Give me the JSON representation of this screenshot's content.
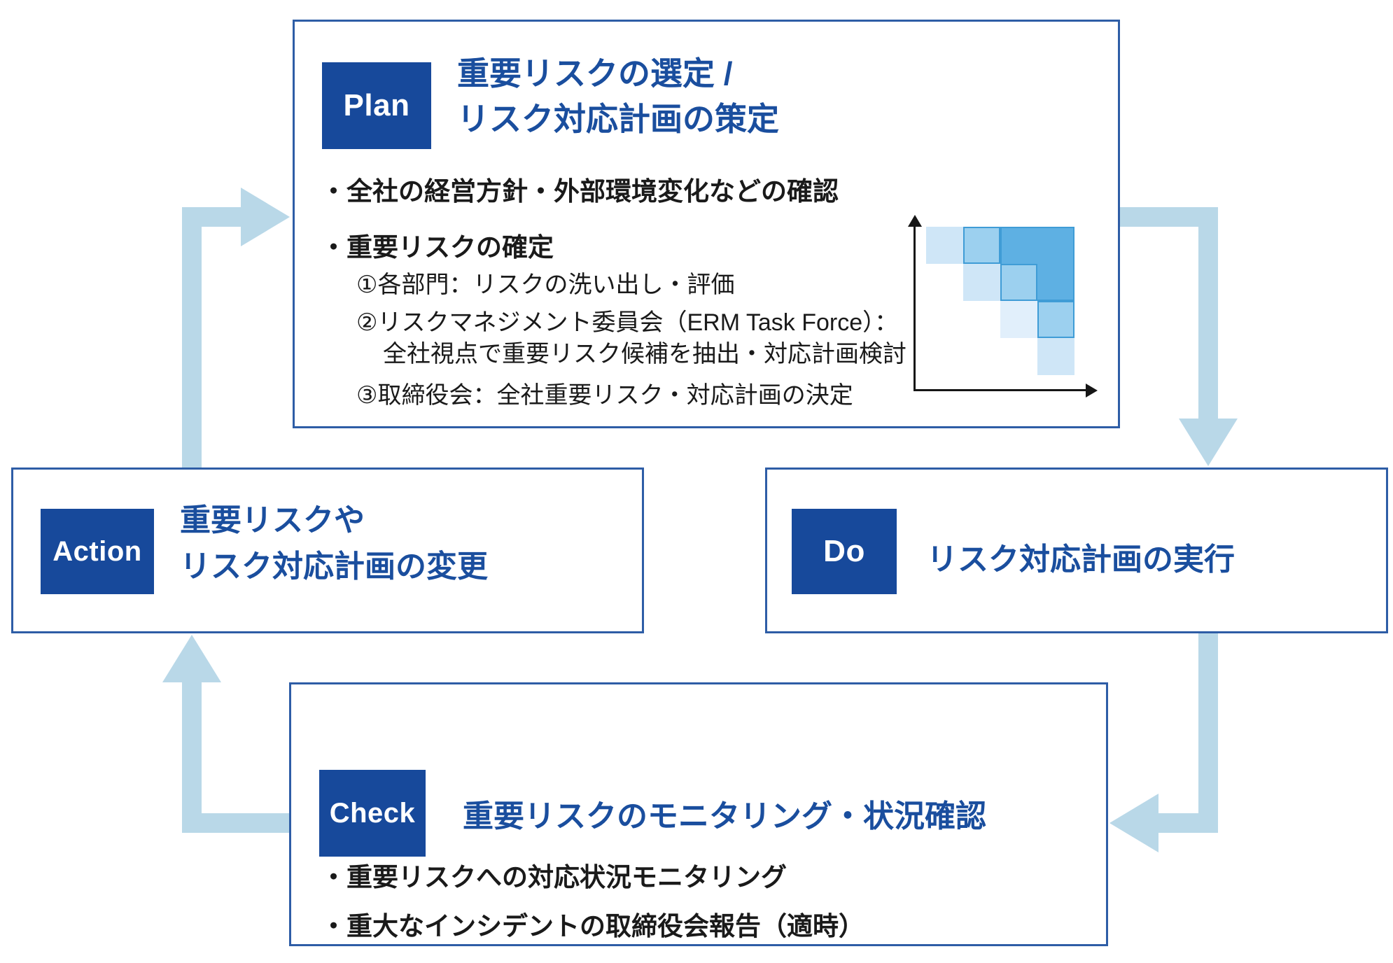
{
  "colors": {
    "navy": "#17499B",
    "blue-text": "#1A4E9E",
    "box-border": "#2E5DA6",
    "arrow": "#B9D8E8",
    "ink": "#1A1A1A",
    "m-light": "#CFE6F7",
    "m-lighter": "#E1EFFB",
    "m-medium": "#9CD0EF",
    "m-dark": "#5EB0E3",
    "m-border": "#3F9CD6"
  },
  "plan": {
    "badge": "Plan",
    "title_line1": "重要リスクの選定 /",
    "title_line2": "リスク対応計画の策定",
    "bullet1": "・全社の経営方針・外部環境変化などの確認",
    "bullet2": "・重要リスクの確定",
    "sub1": "①各部門：リスクの洗い出し・評価",
    "sub2": "②リスクマネジメント委員会（ERM Task Force）：",
    "sub2_cont": "全社視点で重要リスク候補を抽出・対応計画検討",
    "sub3": "③取締役会：全社重要リスク・対応計画の決定"
  },
  "do_step": {
    "badge": "Do",
    "title": "リスク対応計画の実行"
  },
  "action": {
    "badge": "Action",
    "title_line1": "重要リスクや",
    "title_line2": "リスク対応計画の変更"
  },
  "check": {
    "badge": "Check",
    "title": "重要リスクのモニタリング・状況確認",
    "bullet1": "・重要リスクへの対応状況モニタリング",
    "bullet2": "・重大なインシデントの取締役会報告（適時）"
  },
  "risk_matrix": {
    "type": "heatmap",
    "grid": [
      4,
      4
    ],
    "axes": "unlabeled black arrows, origin bottom-left, up and right",
    "cells": [
      {
        "col": 1,
        "row": 1,
        "shade": "light"
      },
      {
        "col": 2,
        "row": 1,
        "shade": "medium",
        "bordered": true
      },
      {
        "col": 3,
        "row": 1,
        "colspan": 2,
        "rowspan": 2,
        "shade": "dark",
        "bordered": true
      },
      {
        "col": 2,
        "row": 2,
        "shade": "light"
      },
      {
        "col": 3,
        "row": 2,
        "shade": "medium",
        "bordered": true
      },
      {
        "col": 3,
        "row": 3,
        "shade": "lighter"
      },
      {
        "col": 4,
        "row": 3,
        "shade": "medium",
        "bordered": true
      },
      {
        "col": 4,
        "row": 4,
        "shade": "light"
      }
    ]
  }
}
